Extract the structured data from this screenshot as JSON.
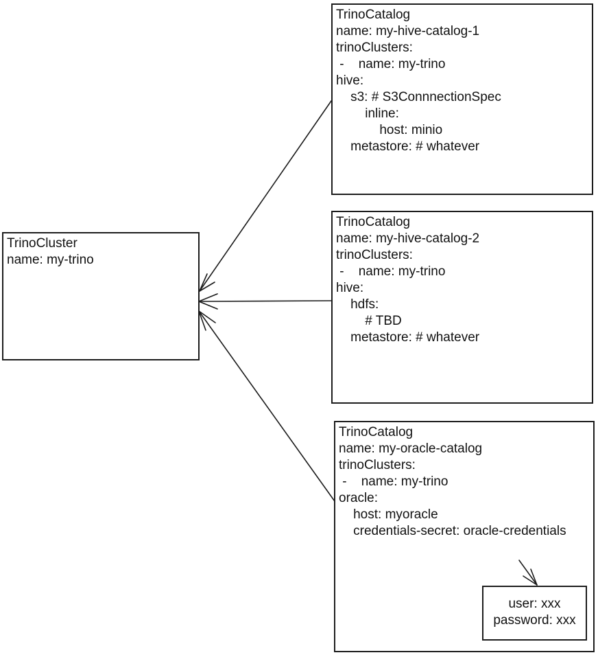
{
  "colors": {
    "ink": "#1a1a1a",
    "background": "#ffffff"
  },
  "nodes": {
    "cluster": {
      "lines": [
        "TrinoCluster",
        "name: my-trino"
      ]
    },
    "catalog1": {
      "lines": [
        "TrinoCatalog",
        "name: my-hive-catalog-1",
        "trinoClusters:",
        " -    name: my-trino",
        "hive:",
        "    s3: # S3ConnnectionSpec",
        "        inline:",
        "            host: minio",
        "    metastore: # whatever"
      ]
    },
    "catalog2": {
      "lines": [
        "TrinoCatalog",
        "name: my-hive-catalog-2",
        "trinoClusters:",
        " -    name: my-trino",
        "hive:",
        "    hdfs:",
        "        # TBD",
        "    metastore: # whatever"
      ]
    },
    "catalog3": {
      "lines": [
        "TrinoCatalog",
        "name: my-oracle-catalog",
        "trinoClusters:",
        " -    name: my-trino",
        "oracle:",
        "    host: myoracle",
        "    credentials-secret: oracle-credentials"
      ]
    },
    "credentials": {
      "lines": [
        "user: xxx",
        "password: xxx"
      ]
    }
  }
}
